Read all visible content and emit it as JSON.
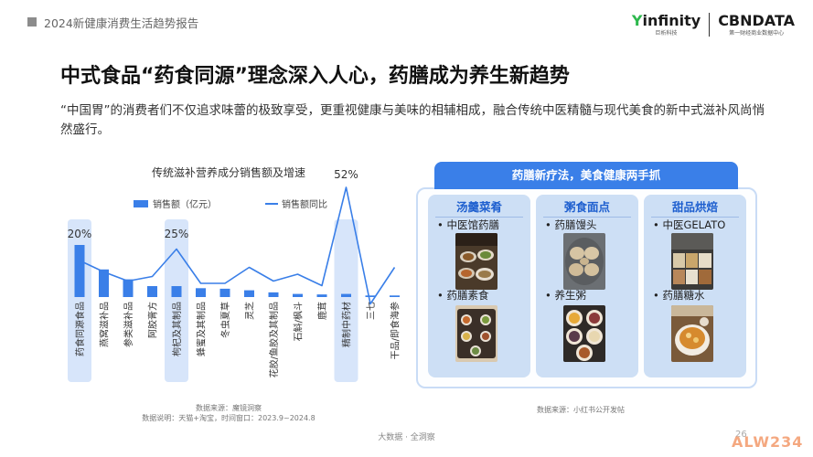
{
  "header": {
    "report_title": "2024新健康消费生活趋势报告"
  },
  "logos": {
    "infinity_text": "infinity",
    "infinity_prefix": "Y",
    "infinity_sub": "巨析科技",
    "cbndata_text": "CBNDATA",
    "cbndata_sub": "第一财经商业数据中心"
  },
  "main_title": "中式食品“药食同源”理念深入人心，药膳成为养生新趋势",
  "subtitle": "“中国胃”的消费者们不仅追求味蕾的极致享受，更重视健康与美味的相辅相成，融合传统中医精髓与现代美食的新中式滋补风尚悄然盛行。",
  "chart_data": {
    "type": "bar",
    "title": "传统滋补营养成分销售额及增速",
    "legend": [
      "销售额（亿元）",
      "销售额同比"
    ],
    "legend_position": "top",
    "categories": [
      "药食同源食品",
      "燕窝滋补品",
      "参类滋补品",
      "阿胶膏方",
      "枸杞及其制品",
      "蜂蜜及其制品",
      "冬虫夏草",
      "灵芝",
      "花胶/鱼胶及其制品",
      "石斛/枫斗",
      "鹿茸",
      "精制中药材",
      "三七",
      "干品/即食海参"
    ],
    "series": [
      {
        "name": "销售额（亿元）",
        "type": "bar",
        "values": [
          100,
          53,
          34,
          21,
          21,
          17,
          16,
          13,
          9,
          6,
          5,
          6,
          3,
          3
        ]
      },
      {
        "name": "销售额同比",
        "type": "line",
        "values": [
          20,
          15,
          11,
          13,
          25,
          10,
          10,
          17,
          11,
          14,
          9,
          52,
          1,
          17
        ]
      }
    ],
    "highlighted_categories": [
      "药食同源食品",
      "枸杞及其制品",
      "精制中药材"
    ],
    "labels": [
      "20%",
      "25%",
      "52%"
    ],
    "grid": false
  },
  "source_left": {
    "line1": "数据来源：魔镜洞察",
    "line2": "数据说明：天猫+淘宝，时间窗口：2023.9~2024.8"
  },
  "right_panel": {
    "title": "药膳新疗法，美食健康两手抓",
    "cards": [
      {
        "heading": "汤羹菜肴",
        "items": [
          "• 中医馆药膳",
          "• 药膳素食"
        ]
      },
      {
        "heading": "粥食面点",
        "items": [
          "• 药膳馒头",
          "• 养生粥"
        ]
      },
      {
        "heading": "甜品烘焙",
        "items": [
          "• 中医GELATO",
          "• 药膳糖水"
        ]
      }
    ],
    "source": "数据来源：小红书公开发帖"
  },
  "footer": {
    "center": "大数据 · 全洞察",
    "page": "26",
    "watermark": "ALW234"
  },
  "colors": {
    "bar": "#3a7fe8",
    "line": "#3a7fe8",
    "highlight": "#d7e5fa",
    "accent": "#1e5fcf"
  }
}
